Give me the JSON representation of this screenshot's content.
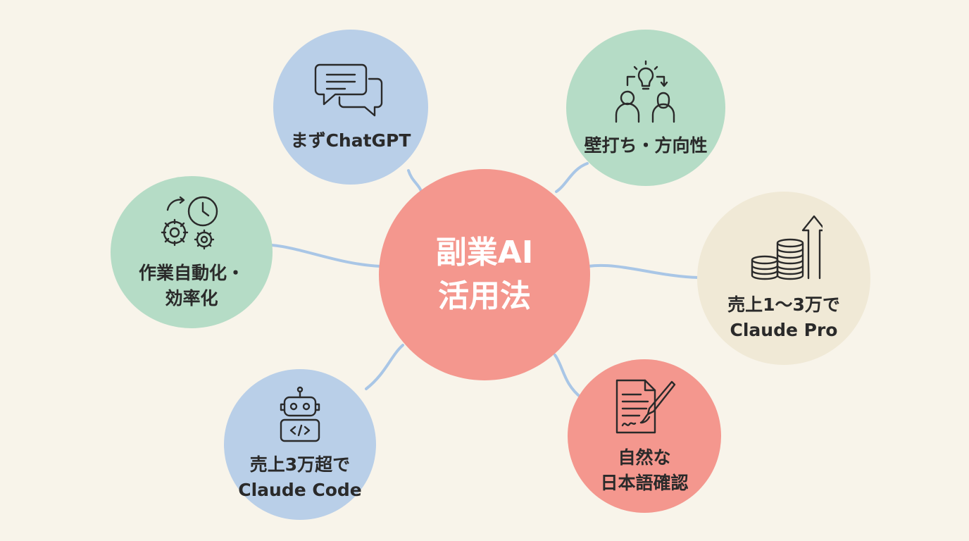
{
  "center": {
    "label": "副業AI\n活用法"
  },
  "nodes": {
    "chatgpt": {
      "label": "まずChatGPT",
      "icon": "chat-bubbles-icon"
    },
    "wall": {
      "label": "壁打ち・方向性",
      "icon": "brainstorm-people-icon"
    },
    "auto": {
      "label": "作業自動化・\n効率化",
      "icon": "gears-clock-icon"
    },
    "pro": {
      "label": "売上1〜3万で\nClaude Pro",
      "icon": "coins-arrow-icon"
    },
    "code": {
      "label": "売上3万超で\nClaude Code",
      "icon": "robot-code-icon"
    },
    "jp": {
      "label": "自然な\n日本語確認",
      "icon": "document-pen-icon"
    }
  },
  "colors": {
    "background": "#f8f4ea",
    "center": "#f4978e",
    "blue": "#b9cfe8",
    "green": "#b5dcc6",
    "cream": "#f0e9d6",
    "line": "#a9c6e6"
  }
}
